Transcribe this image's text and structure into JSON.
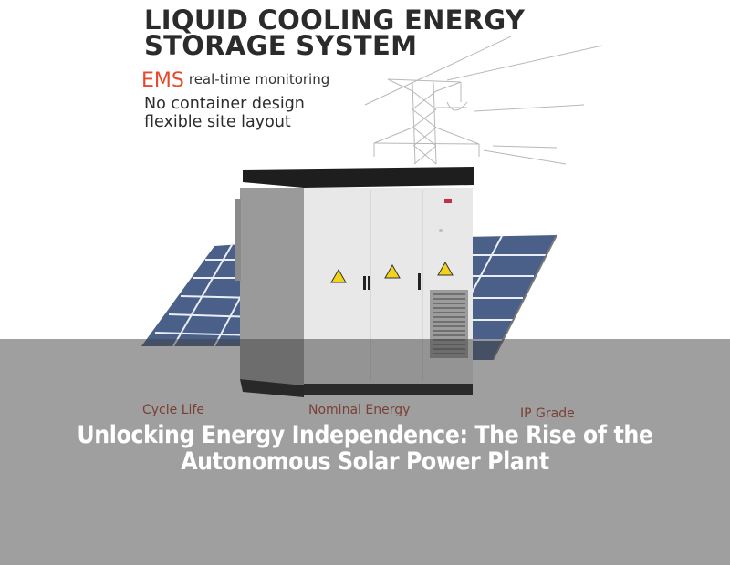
{
  "image": {
    "headline": [
      "LIQUID COOLING ENERGY",
      "STORAGE SYSTEM"
    ],
    "feature_ems": {
      "highlight": "EMS",
      "text": "real-time monitoring"
    },
    "feature_layout": [
      "No container design",
      "flexible site layout"
    ],
    "specs": [
      {
        "label": "Cycle Life"
      },
      {
        "label": "Nominal Energy"
      },
      {
        "label": "IP Grade"
      }
    ],
    "colors": {
      "headline": "#2b2b2b",
      "ems_accent": "#e8482c",
      "spec_label": "#b3402a",
      "cabinet_body": "#e6e6e6",
      "cabinet_top": "#1e1e1e",
      "solar_panel": "#4a6088",
      "warning_sign": "#f2d21b"
    }
  },
  "overlay": {
    "title_line1": "Unlocking Energy Independence: The Rise of the",
    "title_line2": "Autonomous Solar Power Plant",
    "background": "rgba(64,64,64,0.5)",
    "text_color": "#ffffff"
  }
}
